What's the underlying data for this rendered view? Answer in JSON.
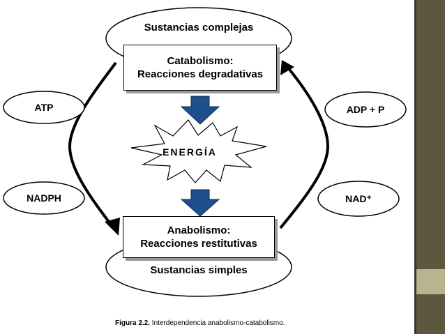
{
  "diagram": {
    "top_oval": "Sustancias complejas",
    "bottom_oval": "Sustancias simples",
    "catabolism": {
      "line1": "Catabolismo:",
      "line2": "Reacciones degradativas"
    },
    "anabolism": {
      "line1": "Anabolismo:",
      "line2": "Reacciones restitutivas"
    },
    "energy": "ENERGÍA",
    "left_cofactors": [
      "ATP",
      "NADPH"
    ],
    "right_cofactors": [
      "ADP + P",
      "NAD⁺"
    ],
    "caption_bold": "Figura 2.2.",
    "caption_text": " Interdependencia anabolismo-catabolismo."
  },
  "colors": {
    "block_arrow": "#1f4e8c",
    "side_bar": "#5e573f",
    "side_bar_accent": "#b9b48d"
  }
}
